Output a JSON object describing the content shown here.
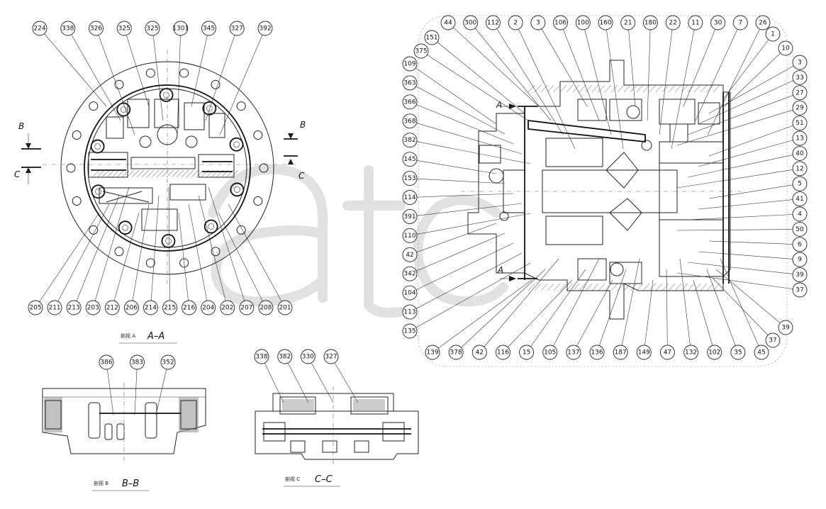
{
  "drawing": {
    "view_a": {
      "title_prefix": "剖视 A",
      "title": "A–A",
      "cut_letters": [
        "B",
        "C",
        "B",
        "C"
      ]
    },
    "view_b": {
      "title_prefix": "剖视 B",
      "title": "B–B"
    },
    "view_c": {
      "title_prefix": "剖视 C",
      "title": "C–C"
    },
    "main_view": {
      "cut_letters": [
        "A",
        "A"
      ]
    },
    "callouts_view_a_top": [
      "224",
      "338",
      "326",
      "325",
      "325",
      "1301",
      "345",
      "327",
      "392"
    ],
    "callouts_view_a_bottom": [
      "205",
      "211",
      "213",
      "203",
      "212",
      "206",
      "214",
      "215",
      "216",
      "204",
      "202",
      "207",
      "208",
      "201"
    ],
    "callouts_view_b": [
      "386",
      "383",
      "352"
    ],
    "callouts_view_c": [
      "338",
      "382",
      "330",
      "327"
    ],
    "callouts_main_top": [
      "44",
      "300",
      "112",
      "2",
      "3",
      "106",
      "100",
      "160",
      "21",
      "180",
      "22",
      "11",
      "30",
      "7",
      "26"
    ],
    "callouts_main_left": [
      "151",
      "375",
      "109",
      "363",
      "366",
      "368",
      "382",
      "145",
      "153",
      "114",
      "391",
      "110",
      "42",
      "342",
      "104",
      "113",
      "135"
    ],
    "callouts_main_right": [
      "1",
      "10",
      "3",
      "33",
      "27",
      "29",
      "51",
      "13",
      "40",
      "12",
      "5",
      "41",
      "4",
      "50",
      "6",
      "9",
      "39",
      "37"
    ],
    "callouts_main_bottom": [
      "139",
      "378",
      "42",
      "116",
      "15",
      "105",
      "137",
      "136",
      "187",
      "149",
      "47",
      "132",
      "102",
      "35",
      "45"
    ],
    "watermark": "atc"
  }
}
